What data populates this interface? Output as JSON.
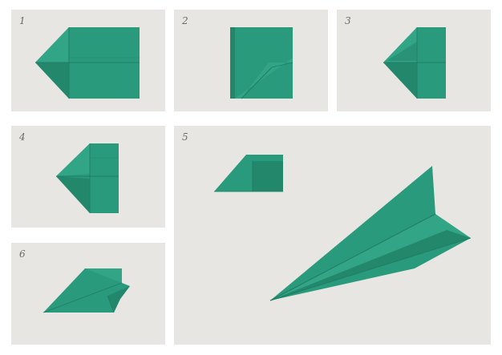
{
  "steps": [
    {
      "number": "1"
    },
    {
      "number": "2"
    },
    {
      "number": "3"
    },
    {
      "number": "4"
    },
    {
      "number": "5"
    },
    {
      "number": "6"
    }
  ],
  "colors": {
    "paper": "#2a9a7c",
    "paper_shade": "#1f7d63",
    "paper_light": "#3aab8c",
    "background": "#e8e6e3"
  }
}
